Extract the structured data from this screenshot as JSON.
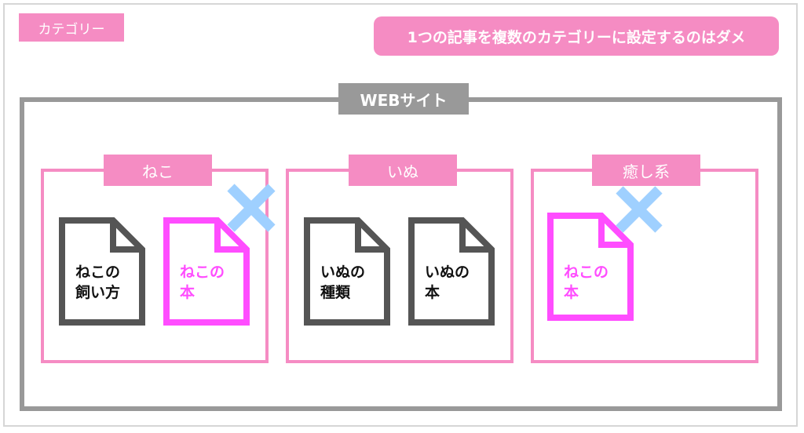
{
  "labels": {
    "category": "カテゴリー",
    "note": "1つの記事を複数のカテゴリーに設定するのはダメ",
    "site": "WEBサイト"
  },
  "categories": [
    {
      "name": "ねこ",
      "docs": [
        {
          "line1": "ねこの",
          "line2": "飼い方",
          "highlight": false
        },
        {
          "line1": "ねこの",
          "line2": "本",
          "highlight": true
        }
      ]
    },
    {
      "name": "いぬ",
      "docs": [
        {
          "line1": "いぬの",
          "line2": "種類",
          "highlight": false
        },
        {
          "line1": "いぬの",
          "line2": "本",
          "highlight": false
        }
      ]
    },
    {
      "name": "癒し系",
      "docs": [
        {
          "line1": "ねこの",
          "line2": "本",
          "highlight": true
        }
      ]
    }
  ],
  "colors": {
    "pink": "#f58cc3",
    "magenta": "#ff4dff",
    "gray": "#999999",
    "dark": "#555555",
    "cross": "#9fd0ff"
  },
  "icons": [
    "document-icon",
    "cross-icon"
  ]
}
